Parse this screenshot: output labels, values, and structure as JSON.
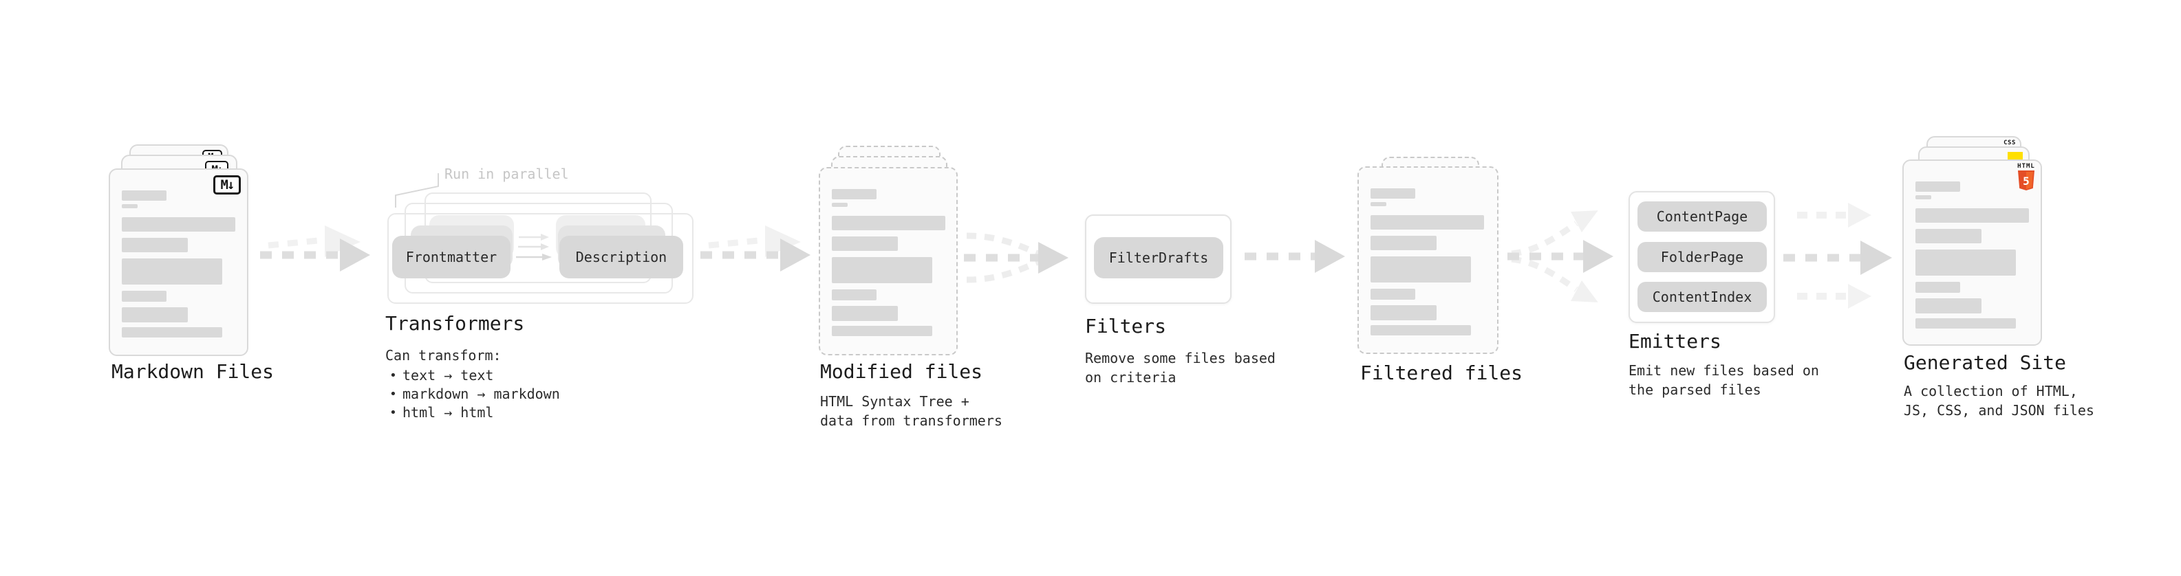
{
  "colors": {
    "html5_orange": "#e44d26",
    "html5_orange_light": "#f16529",
    "js_yellow": "#ffdf00",
    "css_blue": "#2c5de5"
  },
  "stages": {
    "markdown": {
      "label": "Markdown Files",
      "badge": "M↓"
    },
    "transformers": {
      "label": "Transformers",
      "note": "Run in parallel",
      "pill_left": "Frontmatter",
      "pill_right": "Description",
      "desc_title": "Can transform:",
      "bullets": [
        "text → text",
        "markdown → markdown",
        "html → html"
      ]
    },
    "modified": {
      "label": "Modified files",
      "desc": [
        "HTML Syntax Tree +",
        "data from transformers"
      ]
    },
    "filters": {
      "label": "Filters",
      "pill": "FilterDrafts",
      "desc": [
        "Remove some files based",
        "on criteria"
      ]
    },
    "filtered": {
      "label": "Filtered files"
    },
    "emitters": {
      "label": "Emitters",
      "pills": [
        "ContentPage",
        "FolderPage",
        "ContentIndex"
      ],
      "desc": [
        "Emit new files based on",
        "the parsed files"
      ]
    },
    "generated": {
      "label": "Generated Site",
      "desc": [
        "A collection of HTML,",
        "JS, CSS, and JSON files"
      ],
      "badges": {
        "css": "CSS",
        "html": "HTML",
        "html_number": "5"
      }
    }
  }
}
